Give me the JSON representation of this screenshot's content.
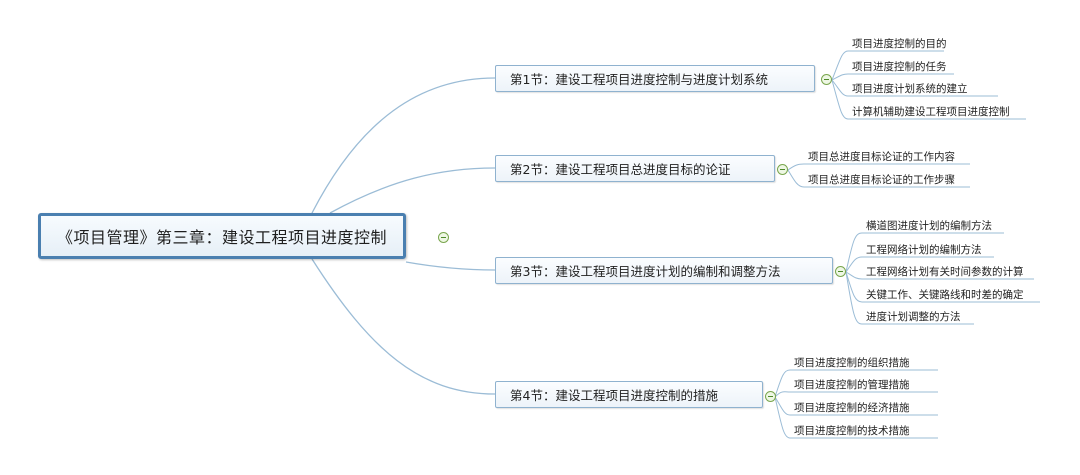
{
  "mindmap": {
    "central": "《项目管理》第三章：建设工程项目进度控制",
    "branches": [
      {
        "label": "第1节：建设工程项目进度控制与进度计划系统",
        "children": [
          "项目进度控制的目的",
          "项目进度控制的任务",
          "项目进度计划系统的建立",
          "计算机辅助建设工程项目进度控制"
        ]
      },
      {
        "label": "第2节：建设工程项目总进度目标的论证",
        "children": [
          "项目总进度目标论证的工作内容",
          "项目总进度目标论证的工作步骤"
        ]
      },
      {
        "label": "第3节：建设工程项目进度计划的编制和调整方法",
        "children": [
          "横道图进度计划的编制方法",
          "工程网络计划的编制方法",
          "工程网络计划有关时间参数的计算",
          "关键工作、关键路线和时差的确定",
          "进度计划调整的方法"
        ]
      },
      {
        "label": "第4节：建设工程项目进度控制的措施",
        "children": [
          "项目进度控制的组织措施",
          "项目进度控制的管理措施",
          "项目进度控制的经济措施",
          "项目进度控制的技术措施"
        ]
      }
    ],
    "colors": {
      "connector": "#9bbcd6",
      "central_border": "#4a7fb0",
      "branch_border": "#8fb2cf",
      "collapse_icon": "#7aa64e"
    }
  }
}
